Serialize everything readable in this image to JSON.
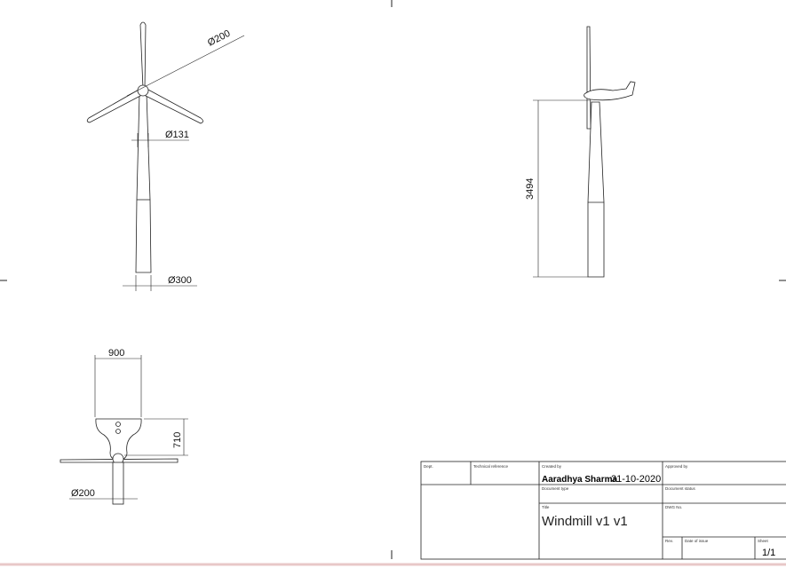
{
  "front_view": {
    "dim_rotor": "Ø200",
    "dim_hub": "Ø131",
    "dim_base": "Ø300"
  },
  "side_view": {
    "dim_height": "3494"
  },
  "top_view": {
    "dim_width": "900",
    "dim_depth": "710",
    "dim_shaft": "Ø200"
  },
  "title_block": {
    "dept_label": "Dept.",
    "tech_ref_label": "Technical reference",
    "created_by_label": "Created by",
    "created_by": "Aaradhya Sharma",
    "created_date": "31-10-2020",
    "approved_by_label": "Approved by",
    "doc_type_label": "Document type",
    "doc_status_label": "Document status",
    "title_label": "Title",
    "title": "Windmill v1 v1",
    "dwg_no_label": "DWG No.",
    "rev_label": "Rev.",
    "date_issue_label": "Date of issue",
    "sheet_label": "Sheet",
    "sheet": "1/1"
  }
}
